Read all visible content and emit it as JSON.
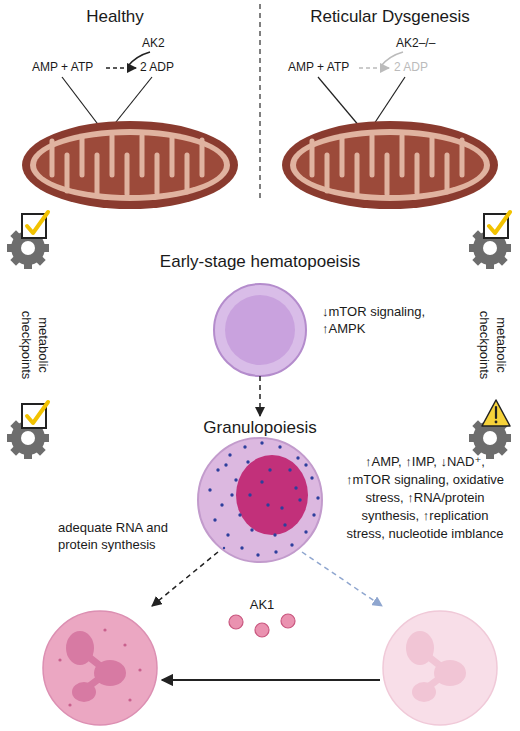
{
  "diagram": {
    "nodes": [
      {
        "text": [
          "Early-stage hematopoeisis"
        ]
      },
      {
        "text": [
          "Granulopoiesis"
        ]
      }
    ],
    "edges": [
      {
        "from": 0,
        "to": 1,
        "arrow": "to"
      }
    ],
    "labels": [
      "Healthy",
      "Reticular Dysgenesis",
      "AK2",
      "AMP + ATP",
      "2 ADP",
      "AK2–/–",
      "AMP + ATP",
      "2 ADP",
      "metabolic checkpoints",
      "↓mTOR signaling, ↑AMPK",
      "metabolic checkpoints",
      "adequate RNA and protein synthesis",
      "↑AMP, ↑IMP, ↓NAD⁺, ↑mTOR signaling, oxidative stress, ↑RNA/protein synthesis, ↑replication stress, nucleotide imblance",
      "AK1"
    ]
  }
}
